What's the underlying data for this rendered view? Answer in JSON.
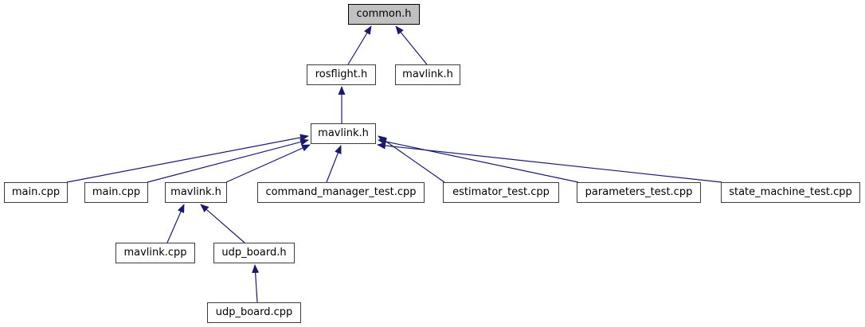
{
  "diagram": {
    "kind": "include-dependency-graph",
    "root_file": "common.h",
    "colors": {
      "edge": "#1a1a70",
      "node_border": "#3c3c3c",
      "node_fill": "#ffffff",
      "root_border": "#000000",
      "root_fill": "#c0c0c0",
      "background": "#ffffff",
      "text": "#000000"
    },
    "nodes": [
      {
        "id": "common_h",
        "label": "common.h",
        "highlighted": true
      },
      {
        "id": "rosflight_h",
        "label": "rosflight.h",
        "highlighted": false
      },
      {
        "id": "mavlink_h_top",
        "label": "mavlink.h",
        "highlighted": false
      },
      {
        "id": "mavlink_h_mid",
        "label": "mavlink.h",
        "highlighted": false
      },
      {
        "id": "main_cpp_1",
        "label": "main.cpp",
        "highlighted": false
      },
      {
        "id": "main_cpp_2",
        "label": "main.cpp",
        "highlighted": false
      },
      {
        "id": "mavlink_h_low",
        "label": "mavlink.h",
        "highlighted": false
      },
      {
        "id": "command_manager_test_cpp",
        "label": "command_manager_test.cpp",
        "highlighted": false
      },
      {
        "id": "estimator_test_cpp",
        "label": "estimator_test.cpp",
        "highlighted": false
      },
      {
        "id": "parameters_test_cpp",
        "label": "parameters_test.cpp",
        "highlighted": false
      },
      {
        "id": "state_machine_test_cpp",
        "label": "state_machine_test.cpp",
        "highlighted": false
      },
      {
        "id": "mavlink_cpp",
        "label": "mavlink.cpp",
        "highlighted": false
      },
      {
        "id": "udp_board_h",
        "label": "udp_board.h",
        "highlighted": false
      },
      {
        "id": "udp_board_cpp",
        "label": "udp_board.cpp",
        "highlighted": false
      }
    ],
    "edges": [
      {
        "from": "rosflight_h",
        "to": "common_h"
      },
      {
        "from": "mavlink_h_top",
        "to": "common_h"
      },
      {
        "from": "mavlink_h_mid",
        "to": "rosflight_h"
      },
      {
        "from": "main_cpp_1",
        "to": "mavlink_h_mid"
      },
      {
        "from": "main_cpp_2",
        "to": "mavlink_h_mid"
      },
      {
        "from": "mavlink_h_low",
        "to": "mavlink_h_mid"
      },
      {
        "from": "command_manager_test_cpp",
        "to": "mavlink_h_mid"
      },
      {
        "from": "estimator_test_cpp",
        "to": "mavlink_h_mid"
      },
      {
        "from": "parameters_test_cpp",
        "to": "mavlink_h_mid"
      },
      {
        "from": "state_machine_test_cpp",
        "to": "mavlink_h_mid"
      },
      {
        "from": "mavlink_cpp",
        "to": "mavlink_h_low"
      },
      {
        "from": "udp_board_h",
        "to": "mavlink_h_low"
      },
      {
        "from": "udp_board_cpp",
        "to": "udp_board_h"
      }
    ]
  }
}
